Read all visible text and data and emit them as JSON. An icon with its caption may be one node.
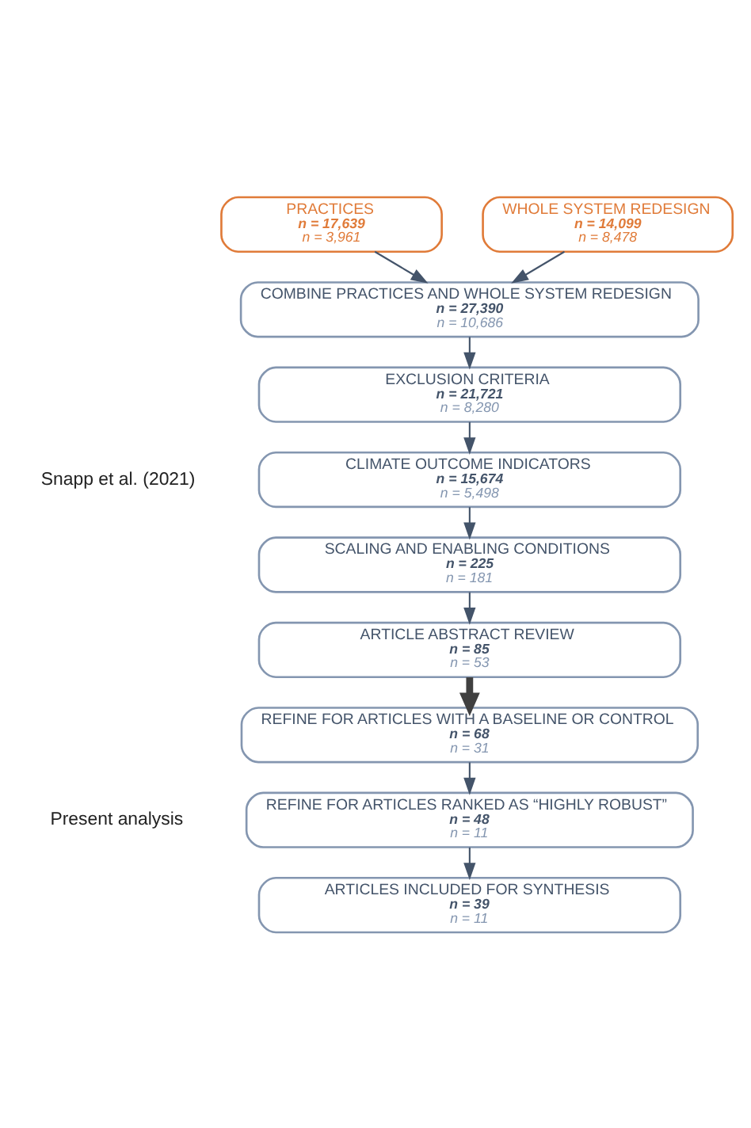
{
  "diagram": {
    "nodes": [
      {
        "text": [
          "PRACTICES",
          "n = 17,639",
          "n = 3,961"
        ]
      },
      {
        "text": [
          "WHOLE SYSTEM REDESIGN",
          "n = 14,099",
          "n = 8,478"
        ]
      },
      {
        "text": [
          "COMBINE PRACTICES AND WHOLE SYSTEM REDESIGN",
          "n = 27,390",
          "n = 10,686"
        ]
      },
      {
        "text": [
          "EXCLUSION CRITERIA",
          "n = 21,721",
          "n = 8,280"
        ]
      },
      {
        "text": [
          "CLIMATE OUTCOME INDICATORS",
          "n = 15,674",
          "n = 5,498"
        ]
      },
      {
        "text": [
          "SCALING AND ENABLING CONDITIONS",
          "n = 225",
          "n = 181"
        ]
      },
      {
        "text": [
          "ARTICLE ABSTRACT REVIEW",
          "n = 85",
          "n = 53"
        ]
      },
      {
        "text": [
          "REFINE FOR ARTICLES WITH A BASELINE OR CONTROL",
          "n = 68",
          "n = 31"
        ]
      },
      {
        "text": [
          "REFINE FOR ARTICLES RANKED AS “HIGHLY ROBUST”",
          "n = 48",
          "n = 11"
        ]
      },
      {
        "text": [
          "ARTICLES INCLUDED FOR SYNTHESIS",
          "n = 39",
          "n = 11"
        ]
      }
    ],
    "edges": [
      {
        "from": 0,
        "to": 2,
        "arrow": "to"
      },
      {
        "from": 1,
        "to": 2,
        "arrow": "to"
      },
      {
        "from": 2,
        "to": 3,
        "arrow": "to"
      },
      {
        "from": 3,
        "to": 4,
        "arrow": "to"
      },
      {
        "from": 4,
        "to": 5,
        "arrow": "to"
      },
      {
        "from": 5,
        "to": 6,
        "arrow": "to"
      },
      {
        "from": 6,
        "to": 7,
        "arrow": "to",
        "style": "thick",
        "color": "#404040"
      },
      {
        "from": 7,
        "to": 8,
        "arrow": "to"
      },
      {
        "from": 8,
        "to": 9,
        "arrow": "to"
      }
    ],
    "labels": [
      "Snapp et al. (2021)",
      "Present analysis"
    ]
  }
}
